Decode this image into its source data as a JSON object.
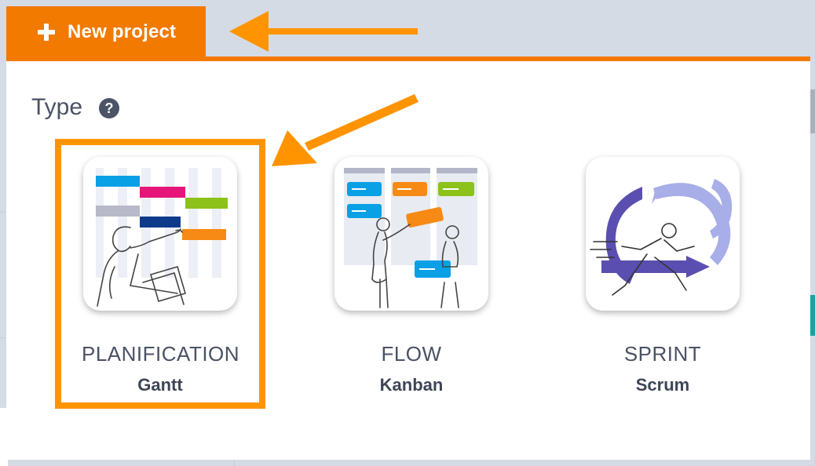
{
  "header": {
    "new_project_label": "New project",
    "accent_color": "#f27a00"
  },
  "panel": {
    "type_label": "Type",
    "help_symbol": "?"
  },
  "project_types": [
    {
      "title": "PLANIFICATION",
      "subtitle": "Gantt",
      "icon": "gantt-illustration",
      "highlighted": true
    },
    {
      "title": "FLOW",
      "subtitle": "Kanban",
      "icon": "kanban-illustration",
      "highlighted": false
    },
    {
      "title": "SPRINT",
      "subtitle": "Scrum",
      "icon": "scrum-illustration",
      "highlighted": false
    }
  ],
  "annotation_color": "#ff9400"
}
